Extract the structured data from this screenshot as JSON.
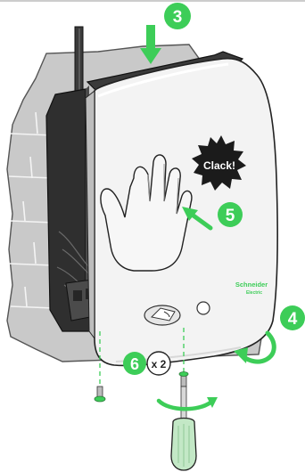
{
  "steps": {
    "step3": "3",
    "step4": "4",
    "step5": "5",
    "step6": "6"
  },
  "callouts": {
    "clack": "Clack!",
    "multiplier": "x 2"
  },
  "brand": {
    "line1": "Schneider",
    "line2": "Electric"
  },
  "colors": {
    "accent_green": "#3dcd58",
    "wall_grey": "#c8c8c8",
    "charger_white": "#f2f2f2",
    "backplate_dark": "#3a3a3a",
    "starburst": "#1a1a1a"
  },
  "icons": [
    "down-arrow-icon",
    "push-arrow-icon",
    "rotate-arrow-icon",
    "screwdriver-icon",
    "screw-icon",
    "hand-icon",
    "card-reader-icon",
    "starburst-icon"
  ]
}
